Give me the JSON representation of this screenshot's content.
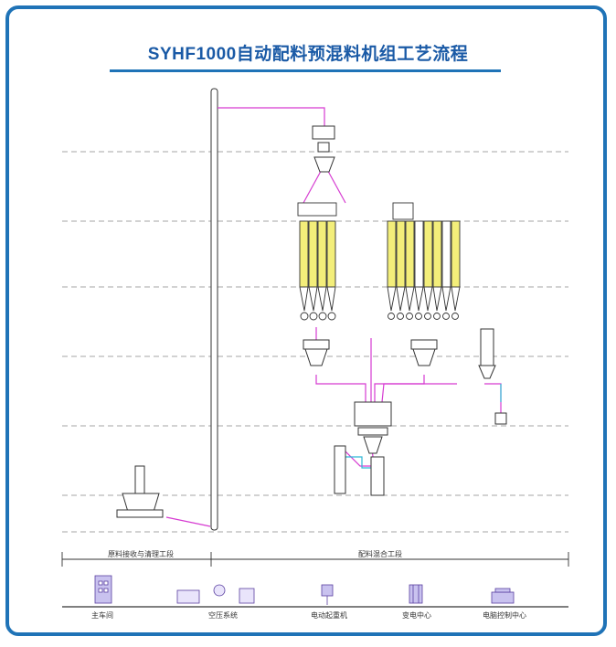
{
  "title": "SYHF1000自动配料预混料机组工艺流程",
  "sections": {
    "left": "原料接收与清理工段",
    "right": "配料混合工段"
  },
  "legend": [
    {
      "label": "主车间",
      "icon": "building-icon"
    },
    {
      "label": "空压系统",
      "icon": "air-compressor-icon"
    },
    {
      "label": "电动起重机",
      "icon": "crane-icon"
    },
    {
      "label": "变电中心",
      "icon": "substation-icon"
    },
    {
      "label": "电脑控制中心",
      "icon": "computer-control-icon"
    }
  ],
  "colors": {
    "frame": "#1f73b7",
    "title": "#1a5aa6",
    "bins": "#f3ee7a",
    "pipe": "#d63bd1",
    "air": "#2fb6d6",
    "lines": "#333333"
  }
}
